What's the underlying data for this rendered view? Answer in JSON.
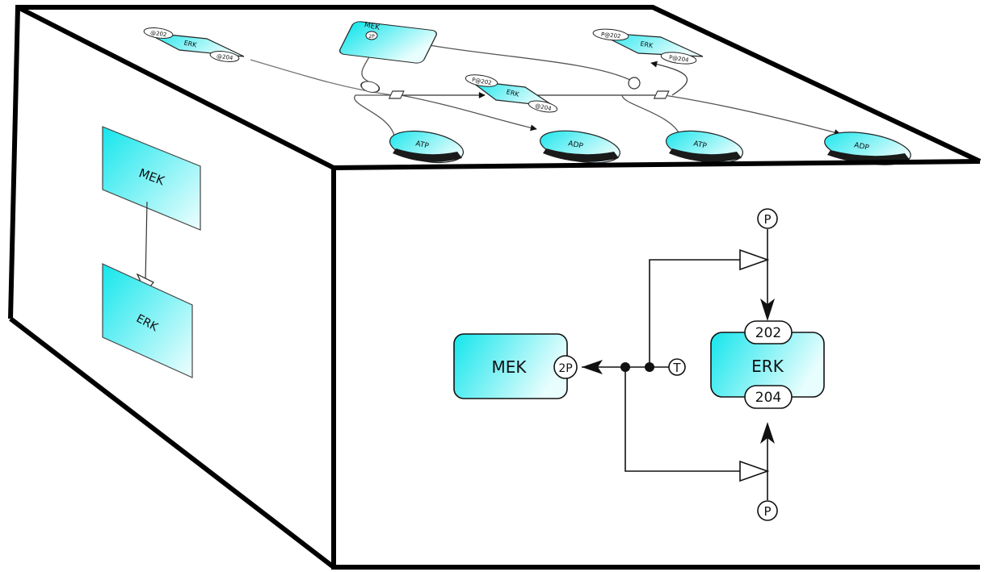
{
  "colors": {
    "node_fill_start": "#14e6ec",
    "node_fill_end": "#e8fdfd",
    "node_stroke": "#1a1a1a",
    "edge": "#111111",
    "frame": "#000000",
    "dark_cap": "#1a1a1a"
  },
  "top_face": {
    "nodes": {
      "mek": {
        "label": "MEK",
        "state": "2P"
      },
      "erk_left": {
        "label": "ERK",
        "site_top": "@202",
        "site_bottom": "@204"
      },
      "erk_center": {
        "label": "ERK",
        "site_top": "P@202",
        "site_bottom": "@204"
      },
      "erk_right": {
        "label": "ERK",
        "site_top": "P@202",
        "site_bottom": "P@204"
      },
      "atp_left": {
        "label": "ATP"
      },
      "adp_left": {
        "label": "ADP"
      },
      "atp_right": {
        "label": "ATP"
      },
      "adp_right": {
        "label": "ADP"
      }
    }
  },
  "left_face": {
    "nodes": {
      "mek": {
        "label": "MEK"
      },
      "erk": {
        "label": "ERK"
      }
    }
  },
  "front_face": {
    "mek": {
      "label": "MEK",
      "state": "2P"
    },
    "erk": {
      "label": "ERK",
      "site_top": "202",
      "site_bottom": "204"
    },
    "terminal": "T",
    "phospho_top": "P",
    "phospho_bottom": "P"
  }
}
